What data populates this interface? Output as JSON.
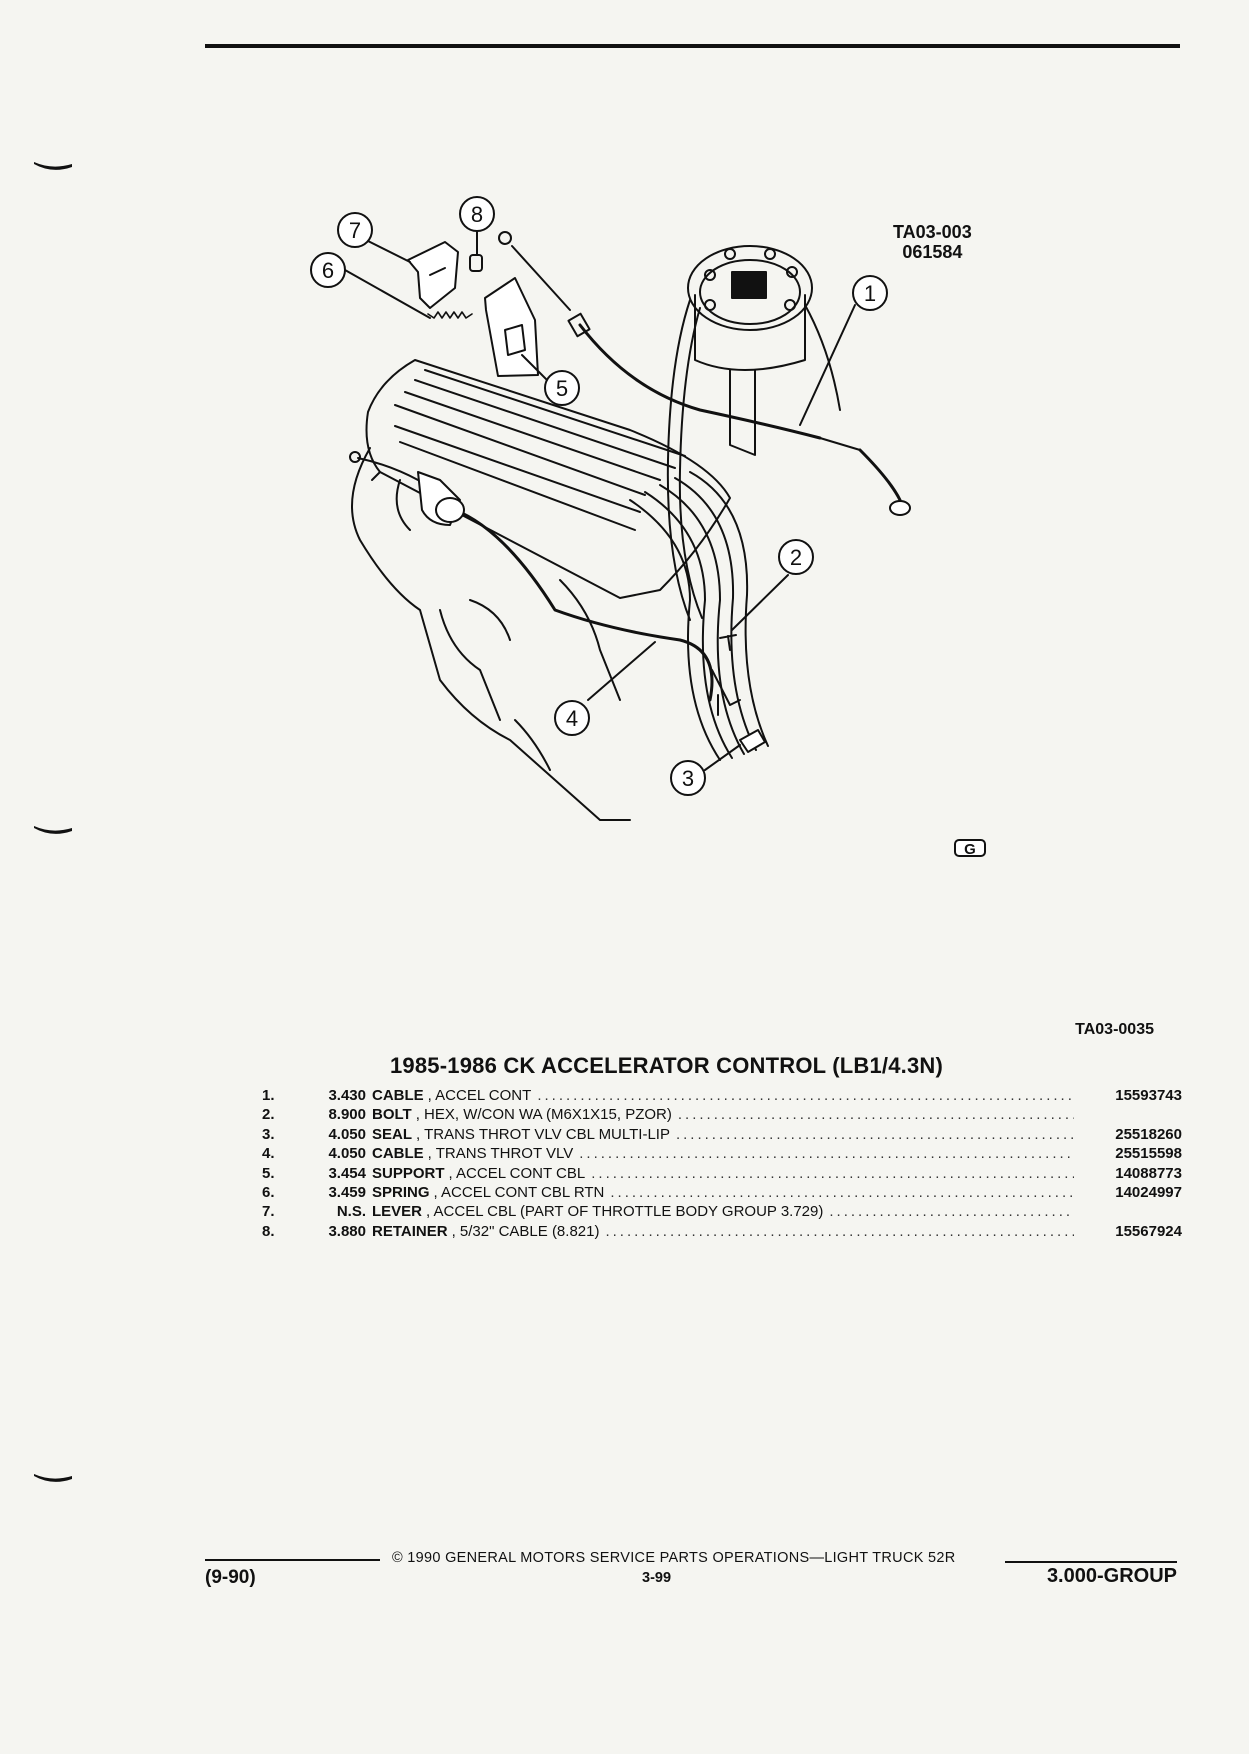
{
  "figure": {
    "code_line1": "TA03-003",
    "code_line2": "061584",
    "callouts": [
      "1",
      "2",
      "3",
      "4",
      "5",
      "6",
      "7",
      "8"
    ],
    "logo_glyph": "G",
    "small_code": "TA03-0035"
  },
  "section_title": "1985-1986 CK ACCELERATOR CONTROL (LB1/4.3N)",
  "parts": [
    {
      "num": "1.",
      "group": "3.430",
      "name": "CABLE",
      "detail": ", ACCEL CONT",
      "part_no": "15593743"
    },
    {
      "num": "2.",
      "group": "8.900",
      "name": "BOLT",
      "detail": ", HEX, W/CON WA (M6X1X15, PZOR)",
      "part_no": ""
    },
    {
      "num": "3.",
      "group": "4.050",
      "name": "SEAL",
      "detail": ", TRANS THROT VLV CBL MULTI-LIP",
      "part_no": "25518260"
    },
    {
      "num": "4.",
      "group": "4.050",
      "name": "CABLE",
      "detail": ", TRANS THROT VLV",
      "part_no": "25515598"
    },
    {
      "num": "5.",
      "group": "3.454",
      "name": "SUPPORT",
      "detail": ", ACCEL CONT CBL",
      "part_no": "14088773"
    },
    {
      "num": "6.",
      "group": "3.459",
      "name": "SPRING",
      "detail": ", ACCEL CONT CBL RTN",
      "part_no": "14024997"
    },
    {
      "num": "7.",
      "group": "N.S.",
      "name": "LEVER",
      "detail": ", ACCEL CBL (PART OF THROTTLE BODY GROUP 3.729)",
      "part_no": ""
    },
    {
      "num": "8.",
      "group": "3.880",
      "name": "RETAINER",
      "detail": ", 5/32\" CABLE (8.821)",
      "part_no": "15567924"
    }
  ],
  "footer": {
    "copyright": "© 1990 GENERAL MOTORS SERVICE PARTS OPERATIONS—LIGHT TRUCK 52R",
    "page": "3-99",
    "date_code": "(9-90)",
    "group": "3.000-GROUP"
  }
}
